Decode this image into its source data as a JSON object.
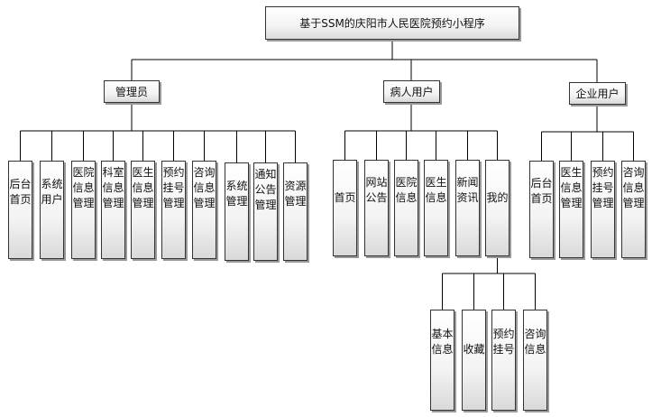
{
  "root": {
    "label": "基于SSM的庆阳市人民医院预约小程序"
  },
  "admin": {
    "label": "管理员",
    "children": [
      "后台首页",
      "系统用户",
      "医院信息管理",
      "科室信息管理",
      "医生信息管理",
      "预约挂号管理",
      "咨询信息管理",
      "系统管理",
      "通知公告管理",
      "资源管理"
    ]
  },
  "patient": {
    "label": "病人用户",
    "children": [
      "首页",
      "网站公告",
      "医院信息",
      "医生信息",
      "新闻资讯",
      "我的"
    ],
    "mine": {
      "children": [
        "基本信息",
        "收藏",
        "预约挂号",
        "咨询信息"
      ]
    }
  },
  "enterprise": {
    "label": "企业用户",
    "children": [
      "后台首页",
      "医生信息管理",
      "预约挂号管理",
      "咨询信息管理"
    ]
  }
}
